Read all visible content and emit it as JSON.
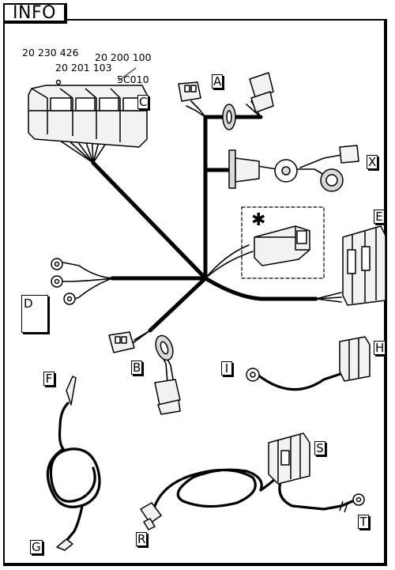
{
  "header": {
    "tab_label": "INFO"
  },
  "references": {
    "ref_1": "20 230 426",
    "ref_2": "20 201 103",
    "ref_3": "20 200 100",
    "ref_4": "5C010"
  },
  "labels": {
    "A": "A",
    "B": "B",
    "C": "C",
    "D": "D",
    "E": "E",
    "F": "F",
    "G": "G",
    "H": "H",
    "I": "I",
    "R": "R",
    "S": "S",
    "T": "T",
    "X": "X"
  },
  "optional_marker": "✱",
  "colors": {
    "line": "#000000",
    "background": "#ffffff",
    "part_fill": "#f2f2f2",
    "part_shade": "#d9d9d9"
  }
}
